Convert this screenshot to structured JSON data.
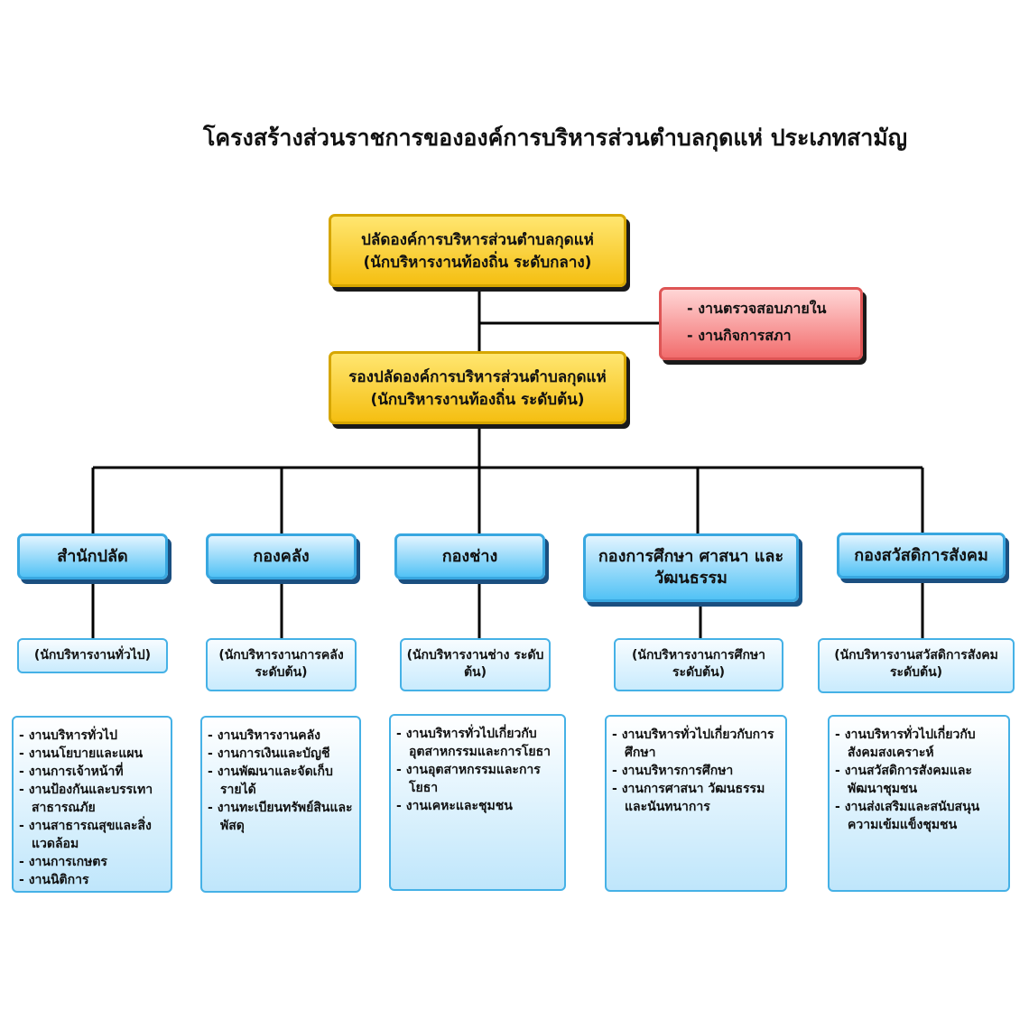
{
  "title": "โครงสร้างส่วนราชการขององค์การบริหารส่วนตำบลกุดแห่ ประเภทสามัญ",
  "colors": {
    "yellow": "#f5bf12",
    "red": "#f26d6d",
    "blue": "#52c2f5",
    "line": "#000000"
  },
  "chief": {
    "line1": "ปลัดองค์การบริหารส่วนตำบลกุดแห่",
    "line2": "(นักบริหารงานท้องถิ่น ระดับกลาง)"
  },
  "side_units": [
    "- งานตรวจสอบภายใน",
    "- งานกิจการสภา"
  ],
  "deputy": {
    "line1": "รองปลัดองค์การบริหารส่วนตำบลกุดแห่",
    "line2": "(นักบริหารงานท้องถิ่น ระดับต้น)"
  },
  "divisions": [
    {
      "name": "สำนักปลัด",
      "position": "(นักบริหารงานทั่วไป)",
      "duties": [
        "งานบริหารทั่วไป",
        "งานนโยบายและแผน",
        "งานการเจ้าหน้าที่",
        "งานป้องกันและบรรเทาสาธารณภัย",
        "งานสาธารณสุขและสิ่งแวดล้อม",
        "งานการเกษตร",
        "งานนิติการ"
      ]
    },
    {
      "name": "กองคลัง",
      "position": "(นักบริหารงานการคลัง ระดับต้น)",
      "duties": [
        "งานบริหารงานคลัง",
        "งานการเงินและบัญชี",
        "งานพัฒนาและจัดเก็บรายได้",
        "งานทะเบียนทรัพย์สินและพัสดุ"
      ]
    },
    {
      "name": "กองช่าง",
      "position": "(นักบริหารงานช่าง ระดับต้น)",
      "duties": [
        "งานบริหารทั่วไปเกี่ยวกับอุตสาหกรรมและการโยธา",
        "งานอุตสาหกรรมและการโยธา",
        "งานเคหะและชุมชน"
      ]
    },
    {
      "name": "กองการศึกษา ศาสนา และวัฒนธรรม",
      "position": "(นักบริหารงานการศึกษา ระดับต้น)",
      "duties": [
        "งานบริหารทั่วไปเกี่ยวกับการศึกษา",
        "งานบริหารการศึกษา",
        "งานการศาสนา วัฒนธรรมและนันทนาการ"
      ]
    },
    {
      "name": "กองสวัสดิการสังคม",
      "position": "(นักบริหารงานสวัสดิการสังคม ระดับต้น)",
      "duties": [
        "งานบริหารทั่วไปเกี่ยวกับสังคมสงเคราะห์",
        "งานสวัสดิการสังคมและพัฒนาชุมชน",
        "งานส่งเสริมและสนับสนุนความเข้มแข็งชุมชน"
      ]
    }
  ]
}
